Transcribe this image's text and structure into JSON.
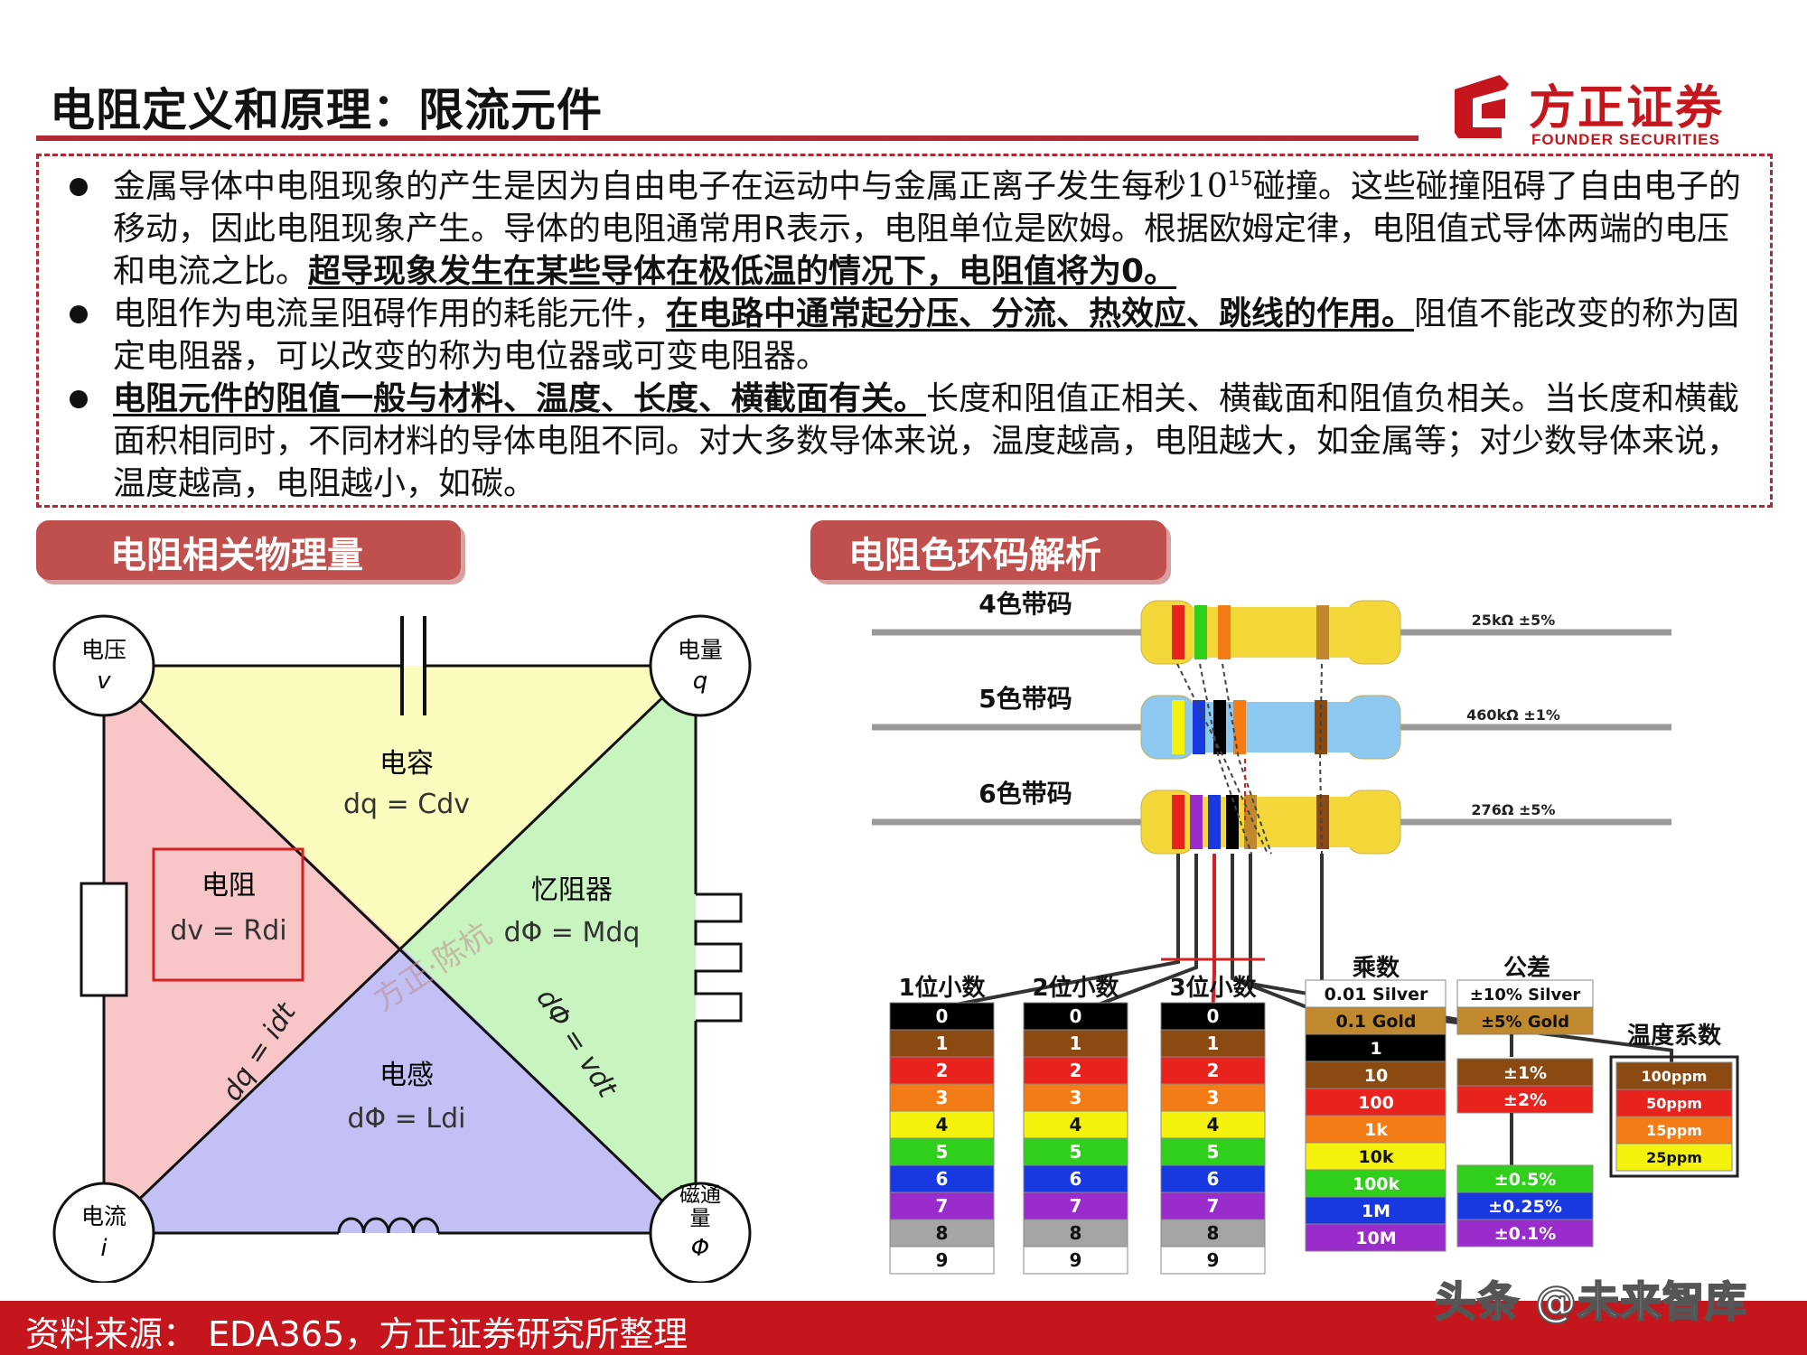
{
  "header": {
    "title": "电阻定义和原理：限流元件",
    "logo_cn": "方正证券",
    "logo_en": "FOUNDER SECURITIES"
  },
  "bullets": [
    {
      "pre": "金属导体中电阻现象的产生是因为自由电子在运动中与金属正离子发生每秒",
      "base": "10",
      "exp": "15",
      "post": "碰撞。这些碰撞阻碍了自由电子的移动，因此电阻现象产生。导体的电阻通常用R表示，电阻单位是欧姆。根据欧姆定律，电阻值式导体两端的电压和电流之比。",
      "bold": "超导现象发生在某些导体在极低温的情况下，电阻值将为0。"
    },
    {
      "pre": "电阻作为电流呈阻碍作用的耗能元件，",
      "bold": "在电路中通常起分压、分流、热效应、跳线的作用。",
      "post": "阻值不能改变的称为固定电阻器，可以改变的称为电位器或可变电阻器。"
    },
    {
      "bold": "电阻元件的阻值一般与材料、温度、长度、横截面有关。",
      "post": "长度和阻值正相关、横截面和阻值负相关。当长度和横截面积相同时，不同材料的导体电阻不同。对大多数导体来说，温度越高，电阻越大，如金属等；对少数导体来说，温度越高，电阻越小，如碳。"
    }
  ],
  "sections": {
    "left_title": "电阻相关物理量",
    "right_title": "电阻色环码解析"
  },
  "diagram": {
    "nodes": {
      "voltage": {
        "label": "电压",
        "symbol": "v"
      },
      "charge": {
        "label": "电量",
        "symbol": "q"
      },
      "current": {
        "label": "电流",
        "symbol": "i"
      },
      "flux": {
        "label": "磁通量",
        "symbol": "Φ"
      }
    },
    "regions": {
      "capacitor": {
        "label": "电容",
        "formula": "dq = Cdv"
      },
      "resistor": {
        "label": "电阻",
        "formula": "dv = Rdi"
      },
      "memristor": {
        "label": "忆阻器",
        "formula": "dΦ = Mdq"
      },
      "inductor": {
        "label": "电感",
        "formula": "dΦ = Ldi"
      }
    },
    "edge_left": "dq = idt",
    "edge_right": "dΦ = vdt",
    "stamp": "方正·陈杭",
    "colors": {
      "capacitor": "#fbfbbe",
      "resistor": "#f8c6c6",
      "memristor": "#c8f4c0",
      "inductor": "#c2c0f4"
    }
  },
  "colorcode": {
    "bands": [
      {
        "label": "4色带码",
        "value": "25kΩ ±5%"
      },
      {
        "label": "5色带码",
        "value": "460kΩ ±1%"
      },
      {
        "label": "6色带码",
        "value": "276Ω ±5%"
      }
    ],
    "digit_headers": [
      "1位小数",
      "2位小数",
      "3位小数"
    ],
    "digits": [
      "0",
      "1",
      "2",
      "3",
      "4",
      "5",
      "6",
      "7",
      "8",
      "9"
    ],
    "multiplier_header": "乘数",
    "multipliers": [
      "0.01 Silver",
      "0.1 Gold",
      "1",
      "10",
      "100",
      "1k",
      "10k",
      "100k",
      "1M",
      "10M"
    ],
    "tolerance_header": "公差",
    "tolerances_top": [
      "±10% Silver",
      "±5% Gold"
    ],
    "tolerances_mid": [
      "±1%",
      "±2%"
    ],
    "tolerances_bottom": [
      "±0.5%",
      "±0.25%",
      "±0.1%"
    ],
    "tempco_header": "温度系数",
    "tempcos": [
      "100ppm",
      "50ppm",
      "15ppm",
      "25ppm"
    ],
    "digit_colors": [
      "#000000",
      "#8a4a12",
      "#e8231e",
      "#f47c16",
      "#f4f10c",
      "#2fcf1c",
      "#1838e0",
      "#9a2ccc",
      "#a5a5a5",
      "#ffffff"
    ],
    "mult_colors": [
      "#ffffff",
      "#c0892d",
      "#000000",
      "#8a4a12",
      "#e8231e",
      "#f47c16",
      "#f4f10c",
      "#2fcf1c",
      "#1838e0",
      "#9a2ccc"
    ],
    "tol_colors_top": [
      "#ffffff",
      "#c0892d"
    ],
    "tol_colors_mid": [
      "#8a4a12",
      "#e8231e"
    ],
    "tol_colors_bottom": [
      "#2fcf1c",
      "#1838e0",
      "#9a2ccc"
    ],
    "tempco_colors": [
      "#8a4a12",
      "#e8231e",
      "#f47c16",
      "#f4f10c"
    ]
  },
  "footer": {
    "source": "资料来源：  EDA365，方正证券研究所整理",
    "watermark": "头条 @未来智库"
  }
}
